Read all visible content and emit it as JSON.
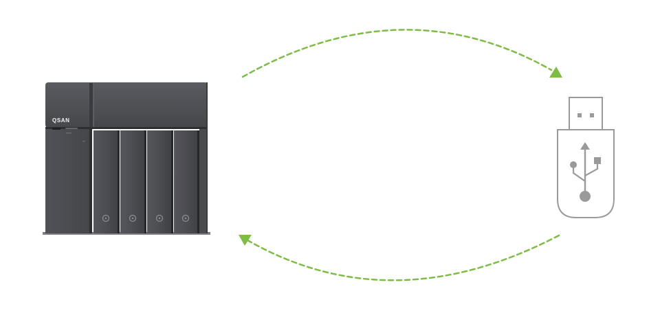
{
  "nas_device": {
    "brand": "QSAN",
    "bay_count": 4
  },
  "usb_drive": {
    "icon": "usb-drive-icon"
  },
  "arrows": {
    "color": "#7cbd42",
    "style": "dashed",
    "directions": [
      "nas-to-usb",
      "usb-to-nas"
    ]
  },
  "colors": {
    "nas_body": "#4a4b4f",
    "usb_outline": "#9a9a9a",
    "arrow": "#7cbd42"
  }
}
